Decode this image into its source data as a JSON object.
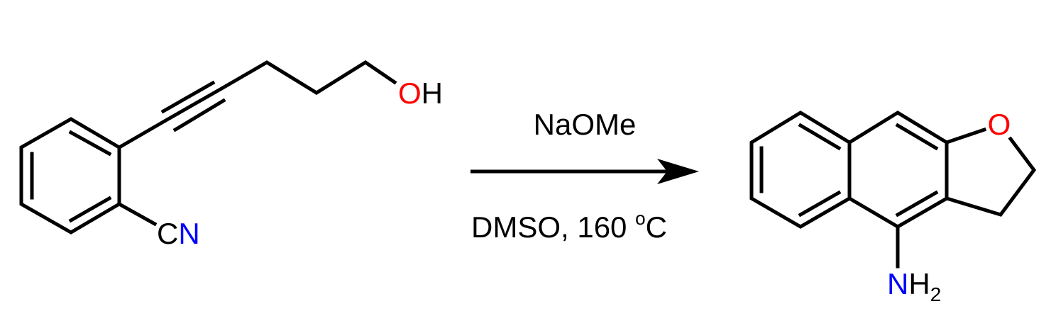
{
  "reactant": {
    "label_oh_o": "O",
    "label_oh_h": "H",
    "label_cn_c": "C",
    "label_cn_n": "N"
  },
  "conditions": {
    "reagent": "NaOMe",
    "solvent_temp": "DMSO, 160 ",
    "degree": "o",
    "unit": "C"
  },
  "product": {
    "label_o": "O",
    "label_n": "N",
    "label_h": "H",
    "label_sub": "2"
  },
  "colors": {
    "oxygen": "#ff0000",
    "nitrogen": "#0000ff",
    "bond": "#000000"
  }
}
